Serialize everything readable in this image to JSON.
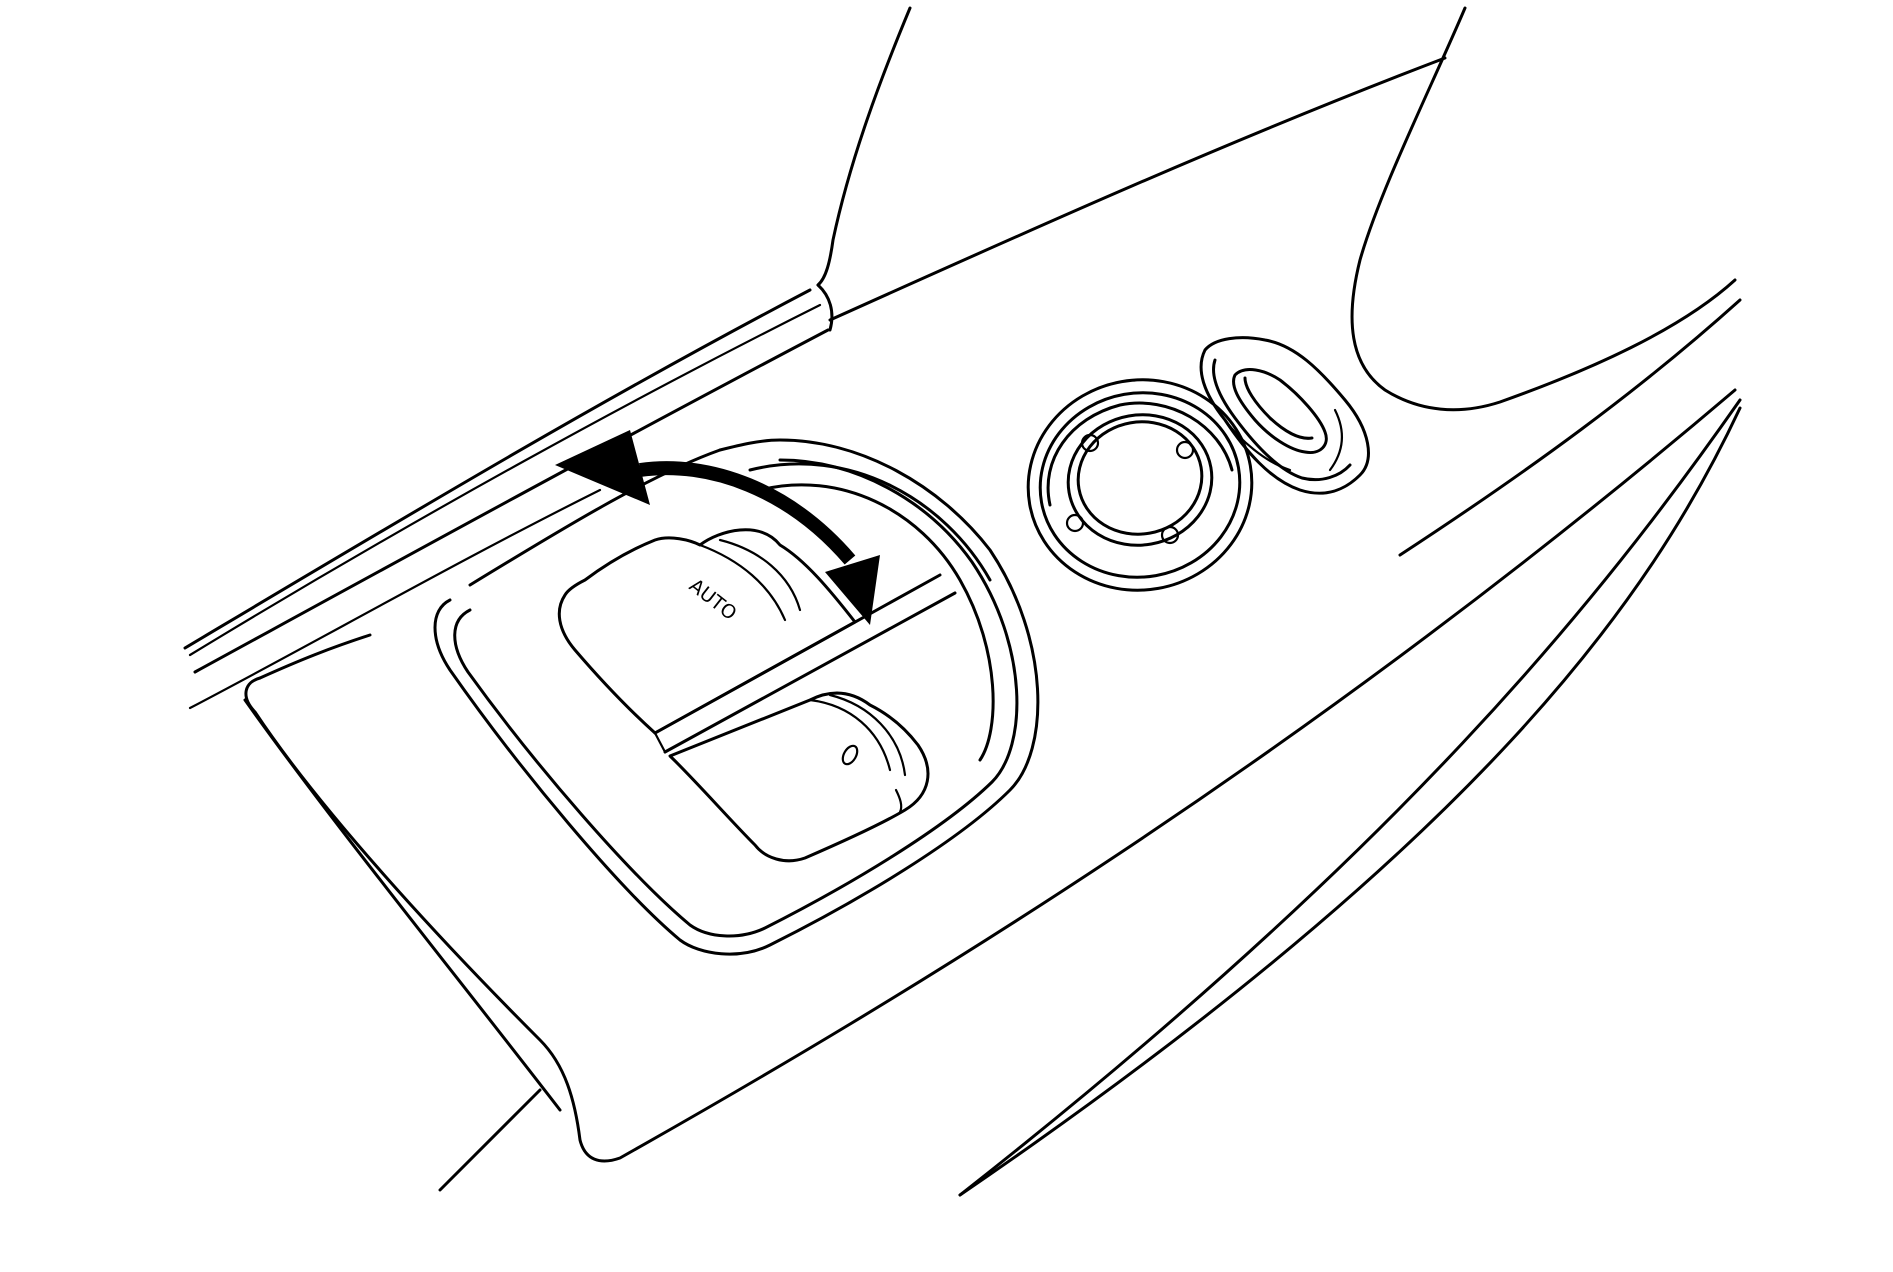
{
  "diagram": {
    "subject": "window-switch-panel",
    "switch_labels": {
      "front": "AUTO",
      "rear": "O"
    },
    "arrow": {
      "direction": "bidirectional"
    },
    "colors": {
      "line": "#000000",
      "background": "#ffffff",
      "switch_dots": "#555555"
    }
  }
}
